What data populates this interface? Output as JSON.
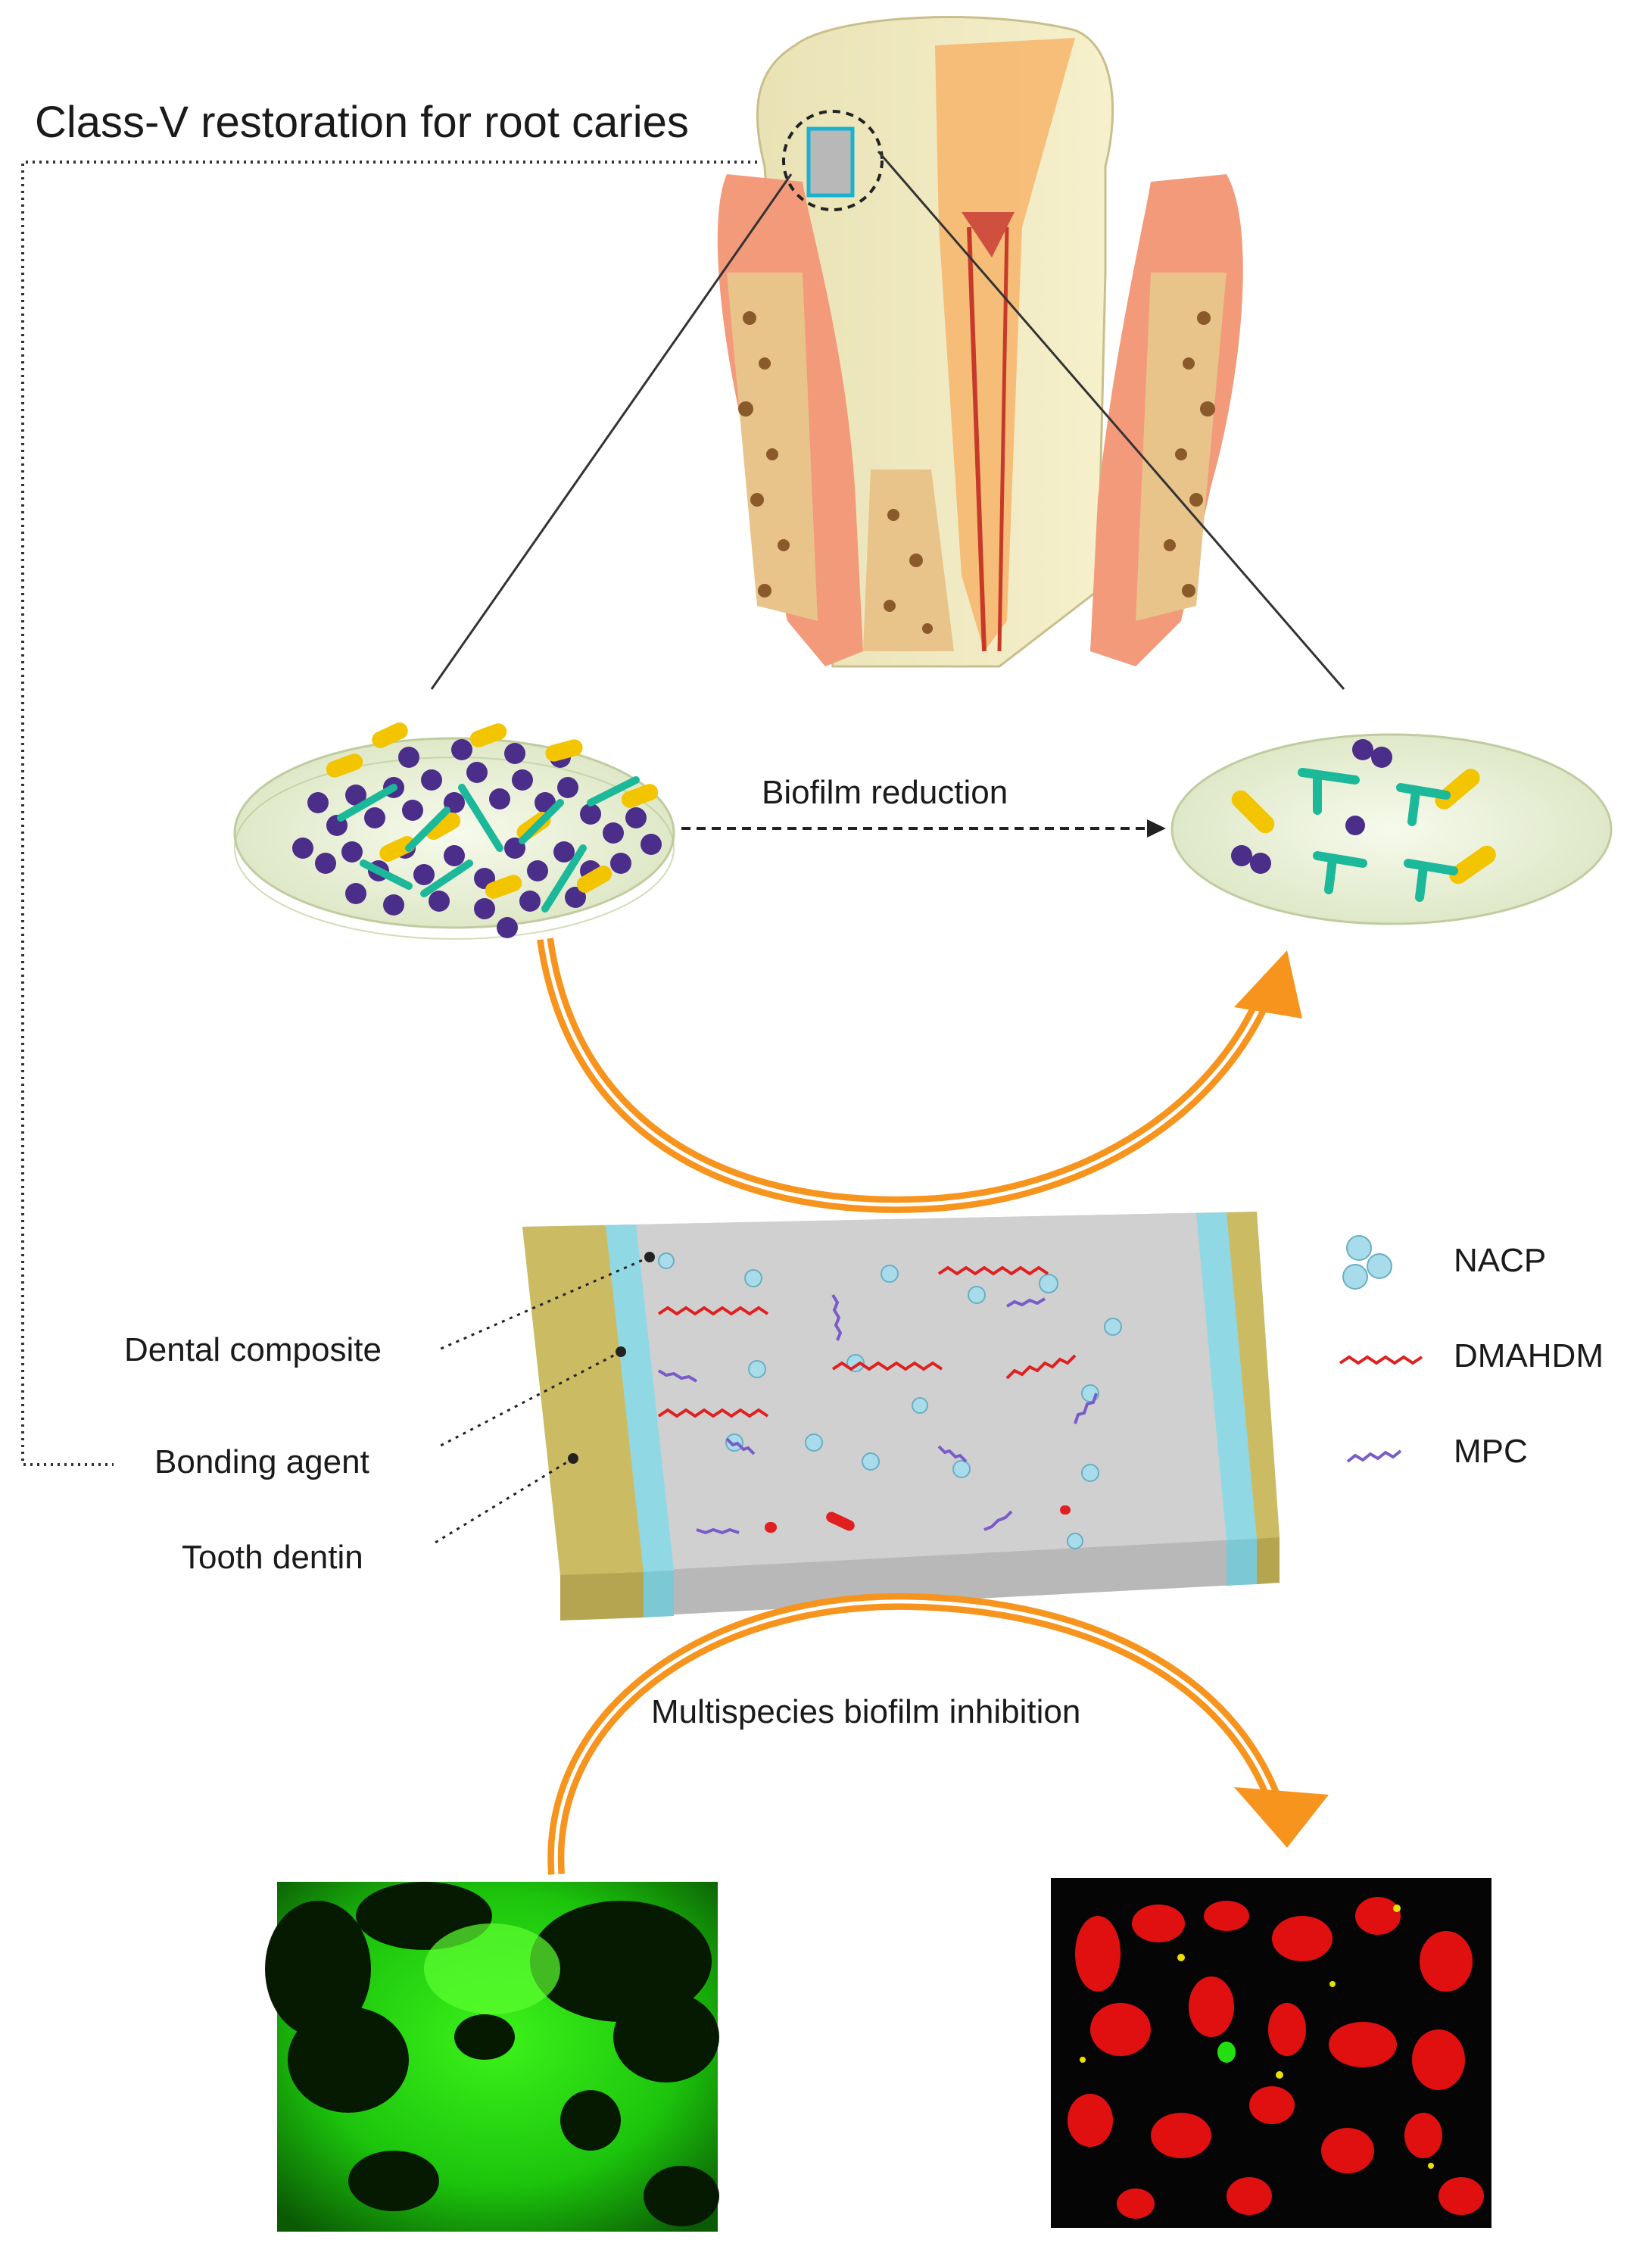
{
  "labels": {
    "title": "Class-V restoration for root caries",
    "biofilm_reduction": "Biofilm reduction",
    "dental_composite": "Dental composite",
    "bonding_agent": "Bonding agent",
    "tooth_dentin": "Tooth dentin",
    "multispecies": "Multispecies biofilm inhibition"
  },
  "legend": [
    {
      "label": "NACP",
      "icon": "nacp-particles-icon"
    },
    {
      "label": "DMAHDM",
      "icon": "dmahdm-chain-icon"
    },
    {
      "label": "MPC",
      "icon": "mpc-chain-icon"
    }
  ],
  "colors": {
    "arrow_orange": "#f7941d",
    "live_stain_green": "#22e010",
    "dead_stain_red": "#e01010",
    "dmahdm_red": "#e02020",
    "mpc_purple": "#7a5cc8",
    "nacp_blue": "#a8dcea",
    "bacteria_purple": "#4b2e8a",
    "bacteria_yellow": "#f3c400",
    "bacteria_teal": "#1bb89a"
  }
}
